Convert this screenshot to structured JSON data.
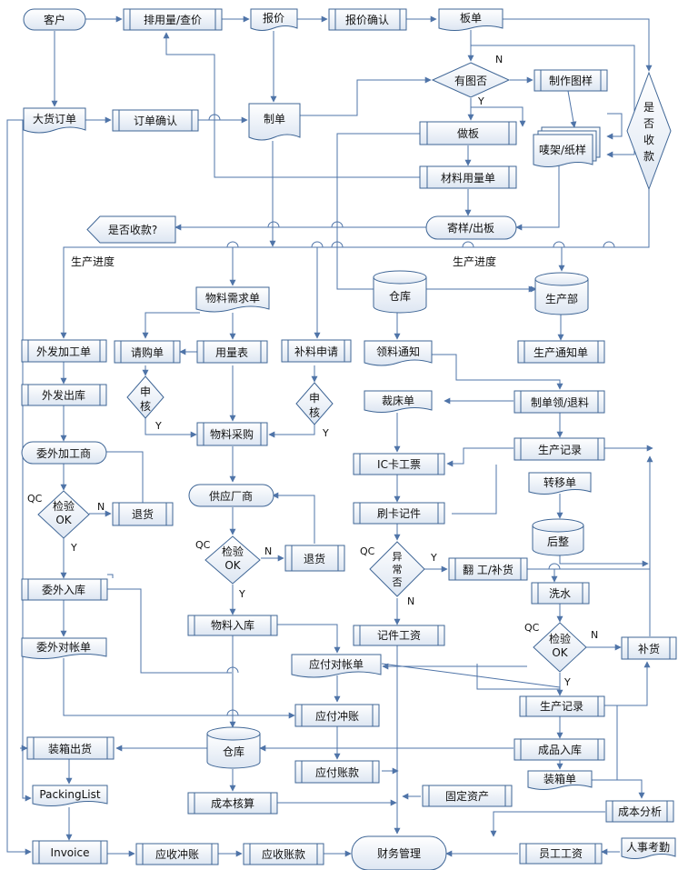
{
  "diagram": {
    "nodes": {
      "customer": "客户",
      "sampling": "排用量/查价",
      "quote": "报价",
      "quote_confirm": "报价确认",
      "pattern": "板单",
      "has_pattern": "有图否",
      "make_pattern": "制作图样",
      "collected_right": [
        "是",
        "否",
        "收",
        "款"
      ],
      "bulk_order": "大货订单",
      "order_confirm": "订单确认",
      "make_order": "制单",
      "sample_make": "做板",
      "mark_sample": "唛架/纸样",
      "material_list": "材料用量单",
      "send_sample": "寄样/出板",
      "collected_left": "是否收款?",
      "material_req": "物料需求单",
      "warehouse_top": "仓库",
      "production_dept": "生产部",
      "outsource_order": "外发加工单",
      "purchase_req": "请购单",
      "usage_table": "用量表",
      "supplement_req": "补料申请",
      "pick_notice": "领料通知",
      "prod_notice": "生产通知单",
      "outsource_out": "外发出库",
      "review1": [
        "申",
        "核"
      ],
      "review2": [
        "申",
        "核"
      ],
      "cut_order": "裁床单",
      "order_pick": "制单领/退料",
      "subcontractor": "委外加工商",
      "purchase": "物料采购",
      "ic_ticket": "IC卡工票",
      "prod_record1": "生产记录",
      "transfer": "转移单",
      "inspect1": [
        "检验",
        "OK"
      ],
      "return1": "退货",
      "supplier": "供应厂商",
      "swipe": "刷卡记件",
      "finishing": "后整",
      "inspect2": [
        "检验",
        "OK"
      ],
      "return2": "退货",
      "abnormal": [
        "异",
        "常",
        "否"
      ],
      "rework": "翻 工/补货",
      "washing": "洗水",
      "outsource_in": "委外入库",
      "material_in": "物料入库",
      "piece_wage": "记件工资",
      "inspect3": [
        "检验",
        "OK"
      ],
      "replenish": "补货",
      "outsource_reconcile": "委外对帐单",
      "payable_reconcile": "应付对帐单",
      "prod_record2": "生产记录",
      "payable_offset": "应付冲账",
      "warehouse_bottom": "仓库",
      "packing_ship": "装箱出货",
      "finished_in": "成品入库",
      "payable_amount": "应付账款",
      "packing_list_cn": "装箱单",
      "packing_list": "PackingList",
      "fixed_assets": "固定资产",
      "cost_accounting": "成本核算",
      "cost_analysis": "成本分析",
      "invoice": "Invoice",
      "receivable_offset": "应收冲账",
      "receivable_amount": "应收账款",
      "finance": "财务管理",
      "staff_wage": "员工工资",
      "hr_attendance": "人事考勤"
    },
    "sections": {
      "progress_left": "生产进度",
      "progress_right": "生产进度"
    },
    "marks": {
      "qc": "QC",
      "yes": "Y",
      "no": "N"
    }
  }
}
